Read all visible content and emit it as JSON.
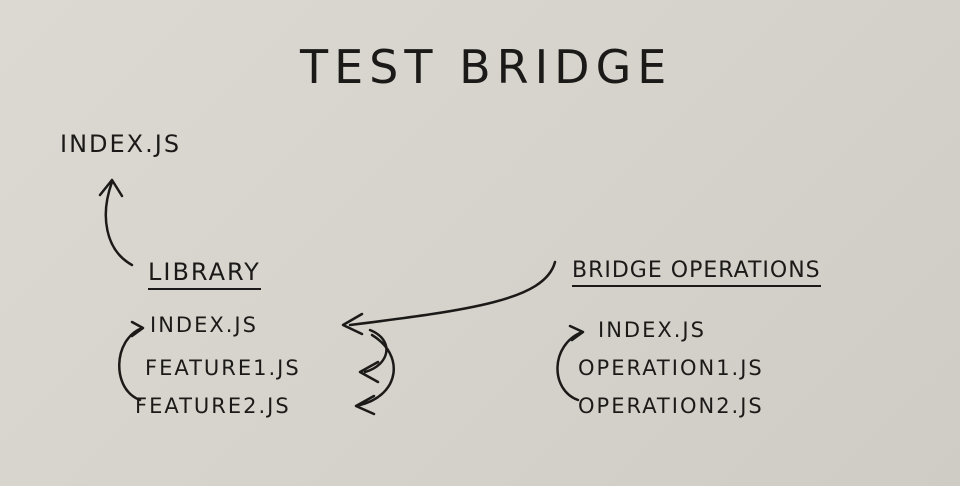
{
  "title": "TEST BRIDGE",
  "root_file": "INDEX.JS",
  "library": {
    "heading": "LIBRARY",
    "files": [
      "INDEX.JS",
      "FEATURE1.JS",
      "FEATURE2.JS"
    ]
  },
  "bridge_operations": {
    "heading": "BRIDGE OPERATIONS",
    "files": [
      "INDEX.JS",
      "OPERATION1.JS",
      "OPERATION2.JS"
    ]
  }
}
